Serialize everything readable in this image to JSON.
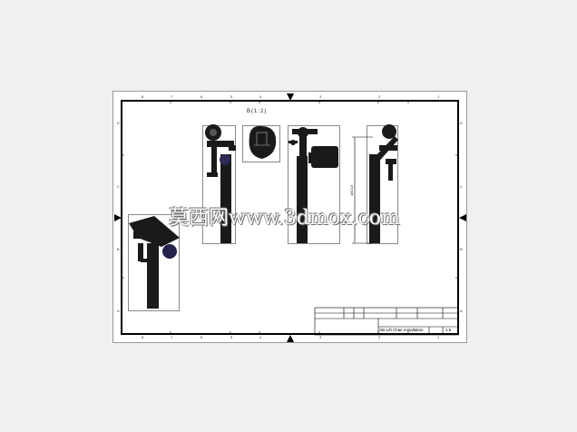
{
  "drawing": {
    "section_label": "B(1:2)",
    "dimension_label": "1814,5",
    "title_block": {
      "title": "Ski-Lift Chair Installation",
      "scale": "1:5"
    }
  },
  "watermark": "莫西网www.3dmox.com",
  "zones_top": [
    "8",
    "7",
    "6",
    "5",
    "4",
    "3",
    "2",
    "1"
  ],
  "zones_side": [
    "D",
    "C",
    "B",
    "A"
  ]
}
